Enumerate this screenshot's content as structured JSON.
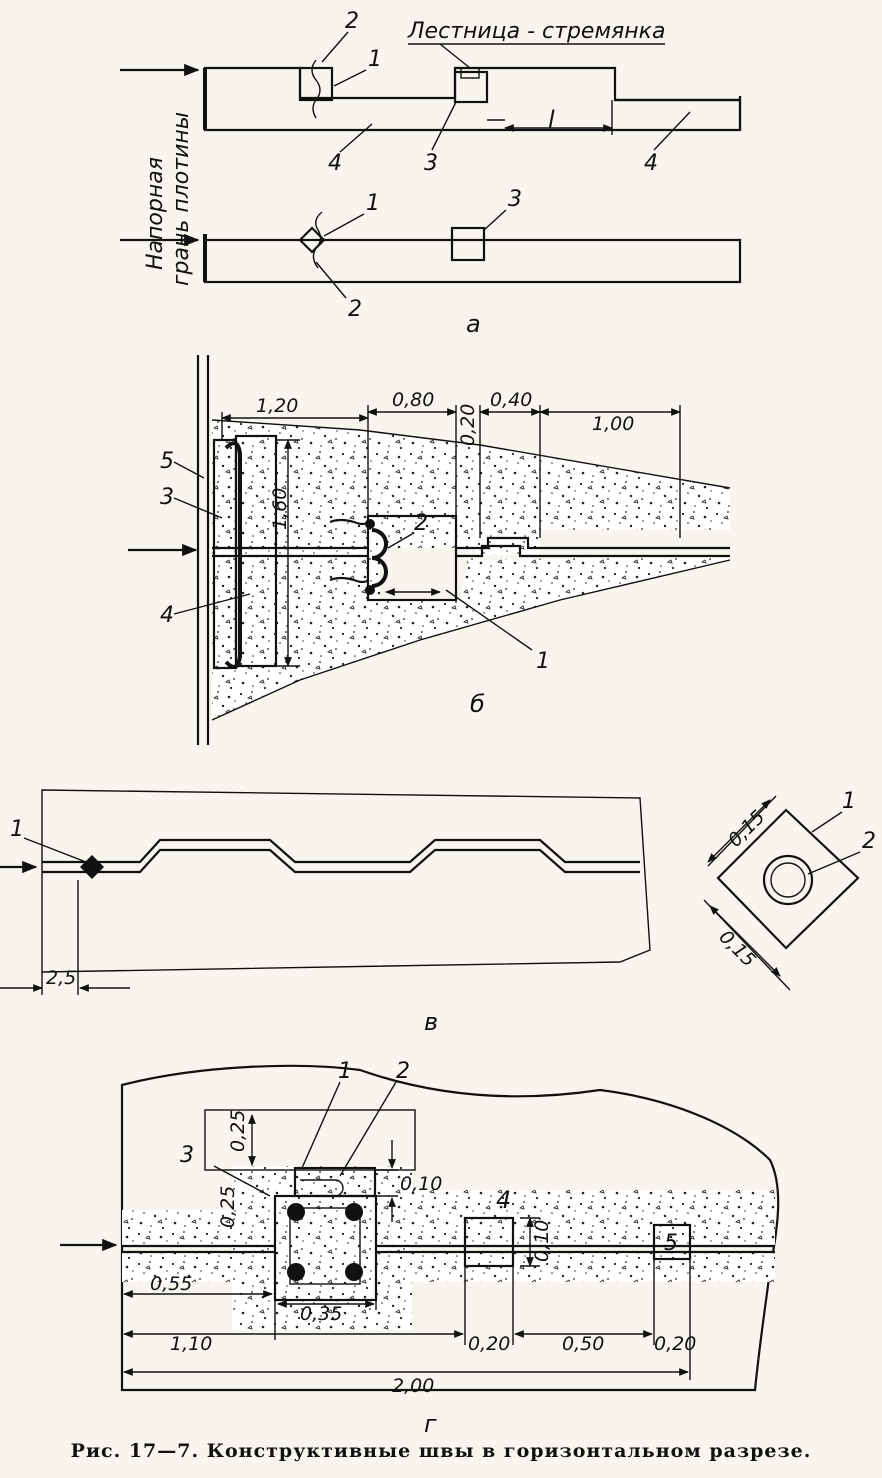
{
  "figure": {
    "caption": "Рис. 17—7. Конструктивные швы в горизонтальном разрезе.",
    "panel_labels": {
      "a": "а",
      "b": "б",
      "v": "в",
      "g": "г"
    }
  },
  "panel_a": {
    "face_label_line1": "Напорная",
    "face_label_line2": "грань плотины",
    "ladder_label": "Лестница - стремянка",
    "dimension_l": "l",
    "callouts": {
      "c1": "1",
      "c2": "2",
      "c3": "3",
      "c4": "4"
    }
  },
  "panel_b": {
    "dims": {
      "d120": "1,20",
      "d080": "0,80",
      "d020": "0,20",
      "d040": "0,40",
      "d100": "1,00",
      "d160": "1,60"
    },
    "callouts": {
      "c1": "1",
      "c2": "2",
      "c3": "3",
      "c4": "4",
      "c5": "5"
    }
  },
  "panel_v": {
    "dims": {
      "d25": "2,5",
      "d015a": "0,15",
      "d015b": "0,15"
    },
    "callouts": {
      "c1": "1",
      "c2": "2"
    }
  },
  "panel_g": {
    "dims": {
      "d025a": "0,25",
      "d025b": "0,25",
      "d010": "0,10",
      "d010v": "0,10",
      "d055": "0,55",
      "d035": "0,35",
      "d110": "1,10",
      "d020a": "0,20",
      "d050": "0,50",
      "d020b": "0,20",
      "d200": "2,00"
    },
    "callouts": {
      "c1": "1",
      "c2": "2",
      "c3": "3",
      "c4": "4",
      "c5": "5"
    }
  }
}
